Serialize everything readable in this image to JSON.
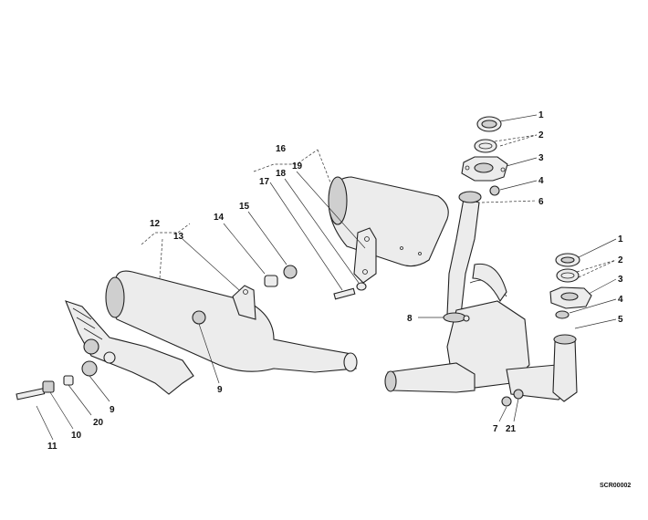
{
  "callouts": {
    "c1a": "1",
    "c2a": "2",
    "c3a": "3",
    "c4a": "4",
    "c6": "6",
    "c1b": "1",
    "c2b": "2",
    "c3b": "3",
    "c4b": "4",
    "c5": "5",
    "c7": "7",
    "c21": "21",
    "c8": "8",
    "c16": "16",
    "c17": "17",
    "c18": "18",
    "c19": "19",
    "c12": "12",
    "c13": "13",
    "c14": "14",
    "c15": "15",
    "c9a": "9",
    "c9b": "9",
    "c10": "10",
    "c11": "11",
    "c20": "20"
  },
  "drawing_code": "SCR00002"
}
